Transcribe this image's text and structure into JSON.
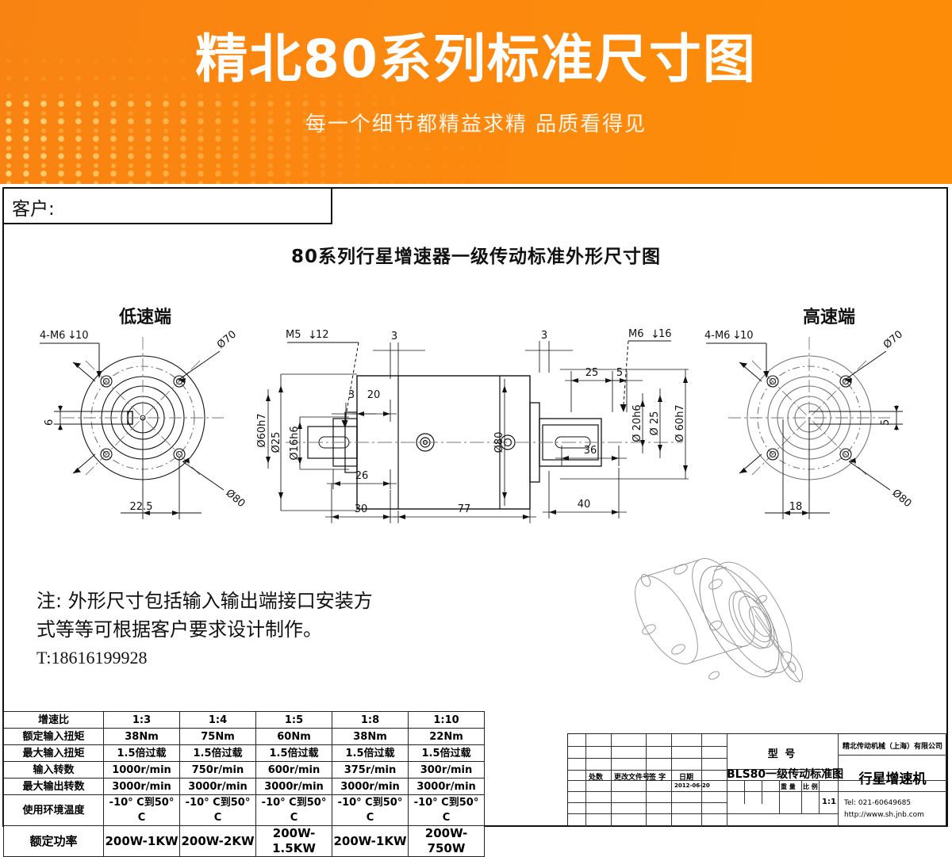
{
  "banner": {
    "title": "精北80系列标准尺寸图",
    "subtitle": "每一个细节都精益求精 品质看得见",
    "bg_color": "#fb870f",
    "dot_color": "#ffdf7a"
  },
  "sheet": {
    "customer_label": "客户:",
    "drawing_title": "80系列行星增速器一级传动标准外形尺寸图",
    "low_speed_end": "低速端",
    "high_speed_end": "高速端"
  },
  "left_view": {
    "thread_callout": "4-M6↓ 10",
    "dia_outer": "Ø80",
    "dia_bolt_circle": "Ø70",
    "key_height": "6",
    "bolt_offset": "22.5"
  },
  "section_view": {
    "thread_callout": "M5↓ 12",
    "dia_shaft": "Ø16h6",
    "dia_step": "Ø25",
    "dia_pilot": "Ø60h7",
    "dia_body": "Ø80",
    "len_shoulder": "3",
    "len_key": "20",
    "len_flange": "26",
    "len_input": "30",
    "len_body": "77",
    "len_output": "40",
    "gap_left": "3",
    "gap_right": "3"
  },
  "right_section": {
    "thread_callout": "M6↓ 16",
    "len_key": "25",
    "len_key_offset": "5",
    "dia_shaft": "Ø 20h6",
    "dia_step": "Ø 25",
    "dia_pilot": "Ø 60h7",
    "len_shaft": "36"
  },
  "right_view": {
    "thread_callout": "4-M6↓ 10",
    "dia_outer": "Ø80",
    "dia_bolt_circle": "Ø70",
    "key_height": "5",
    "bolt_offset": "18"
  },
  "note": {
    "line1": "注: 外形尺寸包括输入输出端接口安装方",
    "line2": "式等等可根据客户要求设计制作。",
    "line3": "T:18616199928"
  },
  "spec_table": {
    "rows": [
      {
        "label": "增速比",
        "values": [
          "1:3",
          "1:4",
          "1:5",
          "1:8",
          "1:10"
        ]
      },
      {
        "label": "额定输入扭矩",
        "values": [
          "38Nm",
          "75Nm",
          "60Nm",
          "38Nm",
          "22Nm"
        ]
      },
      {
        "label": "最大输入扭矩",
        "values": [
          "1.5倍过载",
          "1.5倍过载",
          "1.5倍过载",
          "1.5倍过载",
          "1.5倍过载"
        ]
      },
      {
        "label": "输入转数",
        "values": [
          "1000r/min",
          "750r/min",
          "600r/min",
          "375r/min",
          "300r/min"
        ]
      },
      {
        "label": "最大输出转数",
        "values": [
          "3000r/min",
          "3000r/min",
          "3000r/min",
          "3000r/min",
          "3000r/min"
        ]
      },
      {
        "label": "使用环境温度",
        "values": [
          "-10° C到50° C",
          "-10° C到50° C",
          "-10° C到50° C",
          "-10° C到50° C",
          "-10° C到50° C"
        ]
      },
      {
        "label": "额定功率",
        "values": [
          "200W-1KW",
          "200W-2KW",
          "200W-1.5KW",
          "200W-1KW",
          "200W-750W"
        ]
      }
    ]
  },
  "title_block": {
    "rev_headers": [
      "处数",
      "更改文件号",
      "签 字",
      "日期"
    ],
    "rev_date": "2012-06-20",
    "model_label": "型  号",
    "model_value": "BLS80一级传动标准图",
    "weight_label": "重 量",
    "scale_label": "比 例",
    "scale_value": "1:1",
    "company": "精北传动机械（上海）有限公司",
    "product": "行星增速机",
    "tel": "Tel: 021-60649685",
    "web": "http://www.sh.jnb.com"
  }
}
